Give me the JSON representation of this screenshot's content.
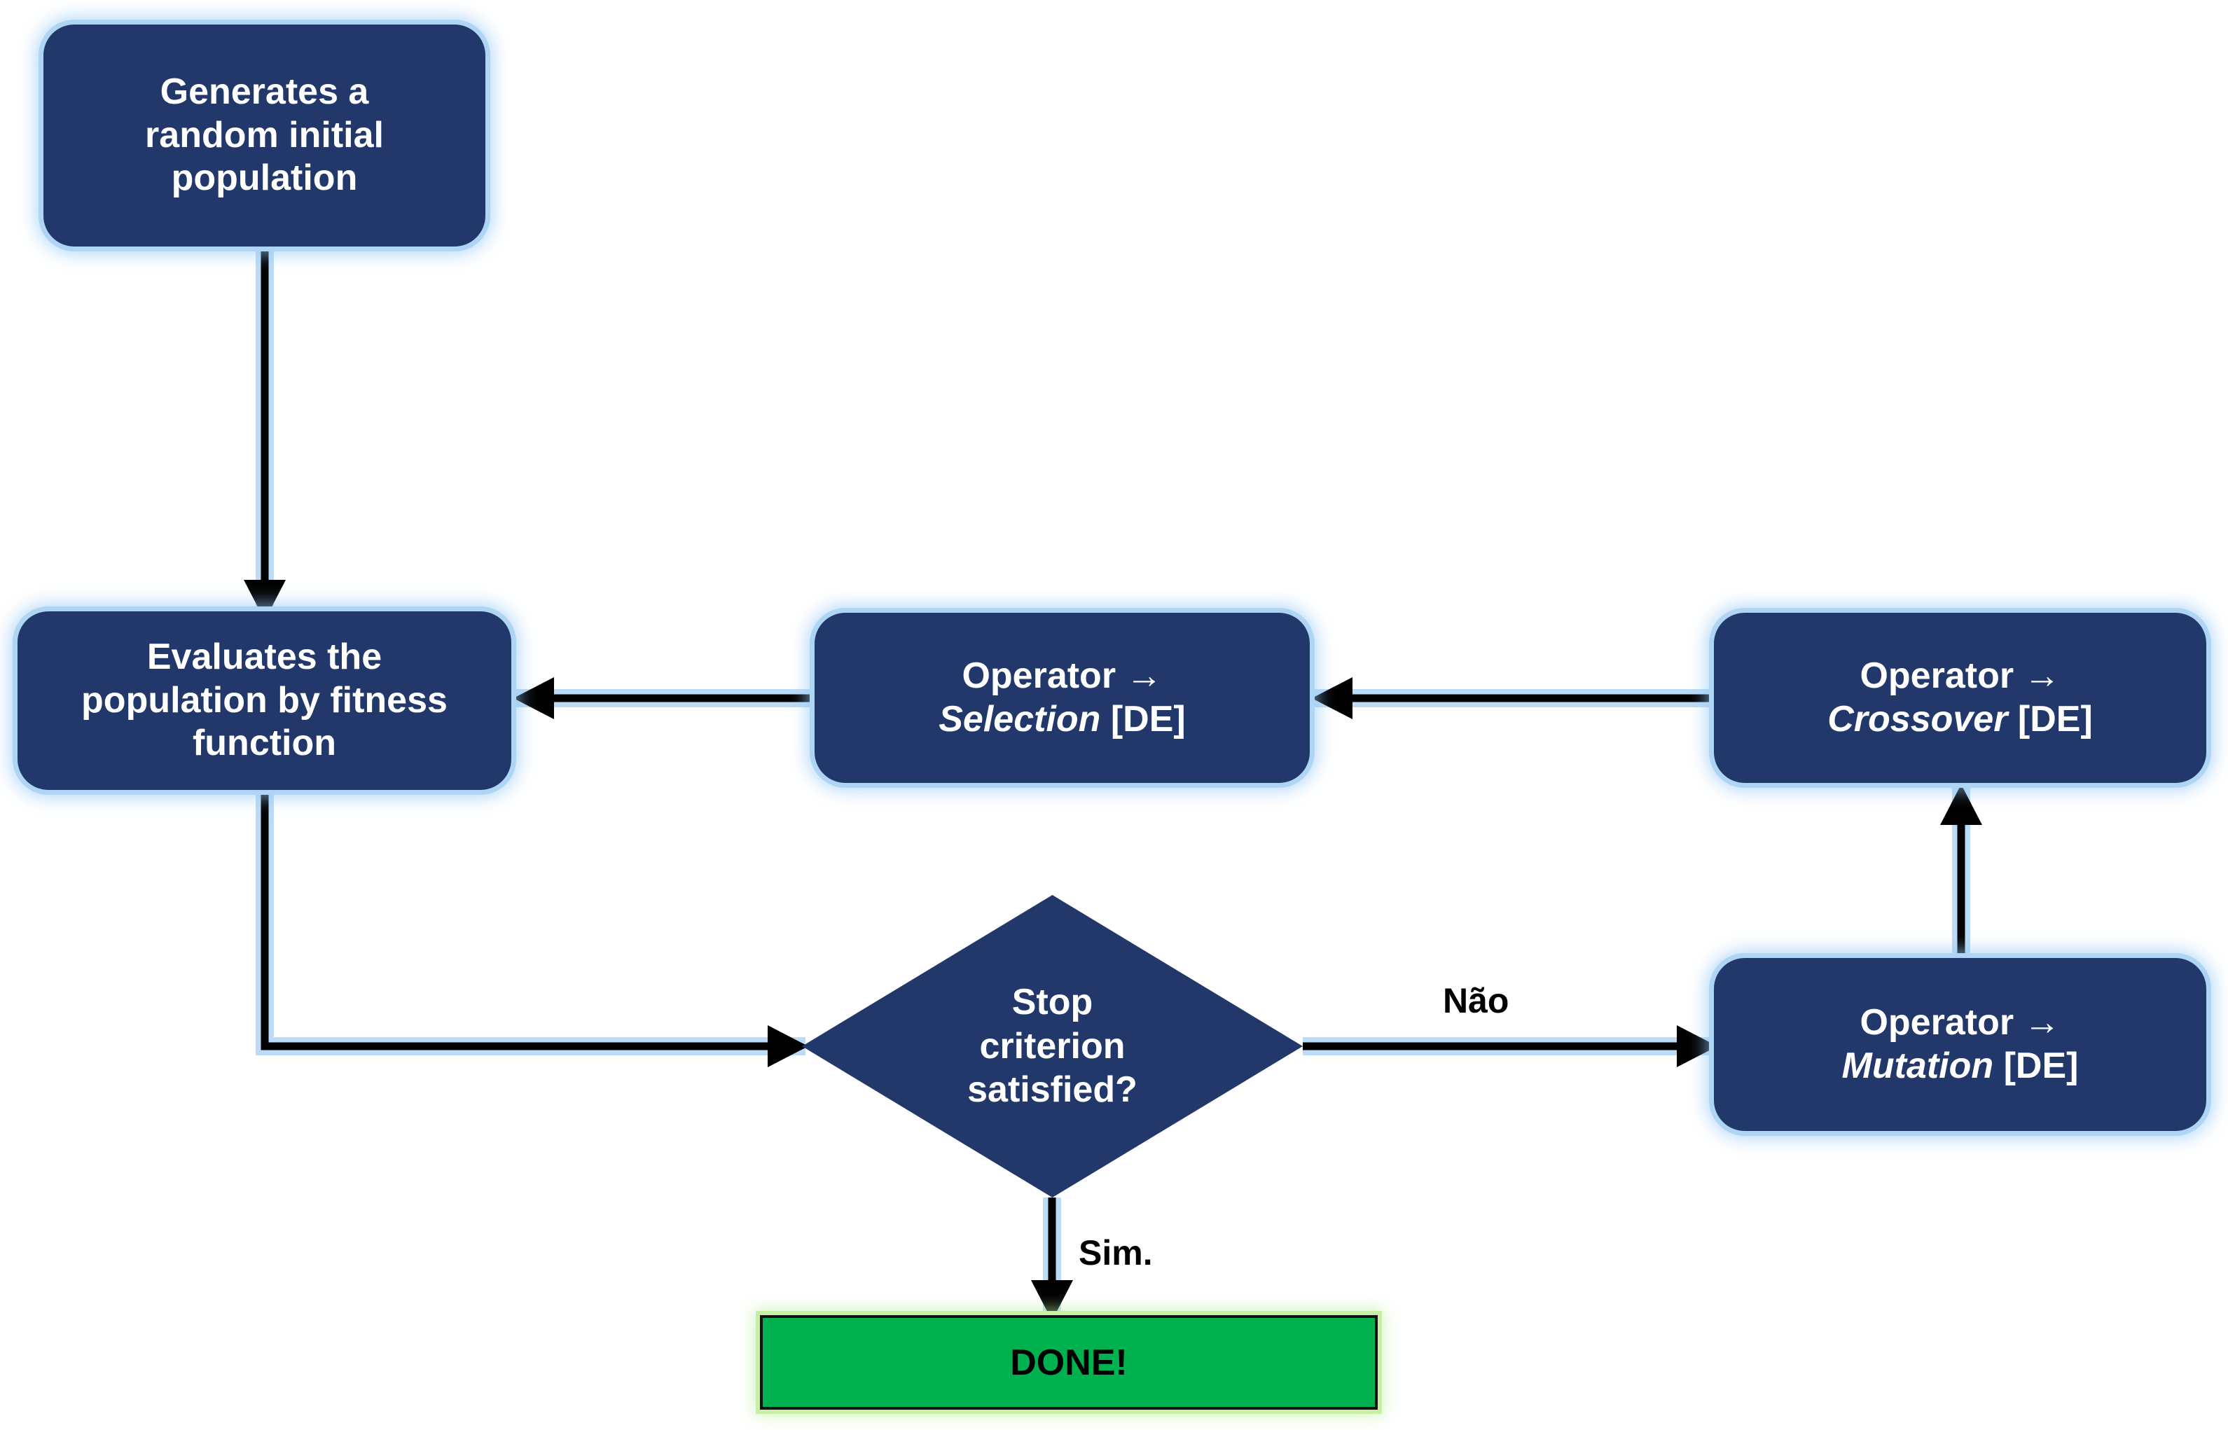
{
  "diagram": {
    "title": "Differential Evolution algorithm flowchart",
    "background": "#FFFFFF",
    "colors": {
      "node_fill": "#22386B",
      "node_glow": "#AFD5F5",
      "node_text": "#FFFFFF",
      "terminator_fill": "#00B14F",
      "terminator_glow": "#C9EFA4",
      "terminator_border": "#111111",
      "terminator_text": "#000000",
      "edge": "#000000"
    }
  },
  "nodes": {
    "init": {
      "shape": "rounded-rectangle",
      "line1": "Generates a",
      "line2": "random initial",
      "line3": "population"
    },
    "evaluate": {
      "shape": "rounded-rectangle",
      "line1": "Evaluates the",
      "line2": "population by fitness",
      "line3": "function"
    },
    "selection": {
      "shape": "rounded-rectangle",
      "line1": "Operator →",
      "line2_italic": "Selection",
      "line2_suffix": " [DE]"
    },
    "crossover": {
      "shape": "rounded-rectangle",
      "line1": "Operator →",
      "line2_italic": "Crossover",
      "line2_suffix": " [DE]"
    },
    "mutation": {
      "shape": "rounded-rectangle",
      "line1": "Operator →",
      "line2_italic": "Mutation",
      "line2_suffix": " [DE]"
    },
    "decision": {
      "shape": "diamond",
      "line1": "Stop",
      "line2": "criterion",
      "line3": "satisfied?"
    },
    "done": {
      "shape": "rectangle",
      "label": "DONE!"
    }
  },
  "edge_labels": {
    "no": "Não",
    "yes": "Sim."
  },
  "edges": [
    {
      "from": "init",
      "to": "evaluate",
      "label": ""
    },
    {
      "from": "evaluate",
      "to": "decision",
      "label": ""
    },
    {
      "from": "decision",
      "to": "mutation",
      "label": "Não"
    },
    {
      "from": "mutation",
      "to": "crossover",
      "label": ""
    },
    {
      "from": "crossover",
      "to": "selection",
      "label": ""
    },
    {
      "from": "selection",
      "to": "evaluate",
      "label": ""
    },
    {
      "from": "decision",
      "to": "done",
      "label": "Sim."
    }
  ]
}
